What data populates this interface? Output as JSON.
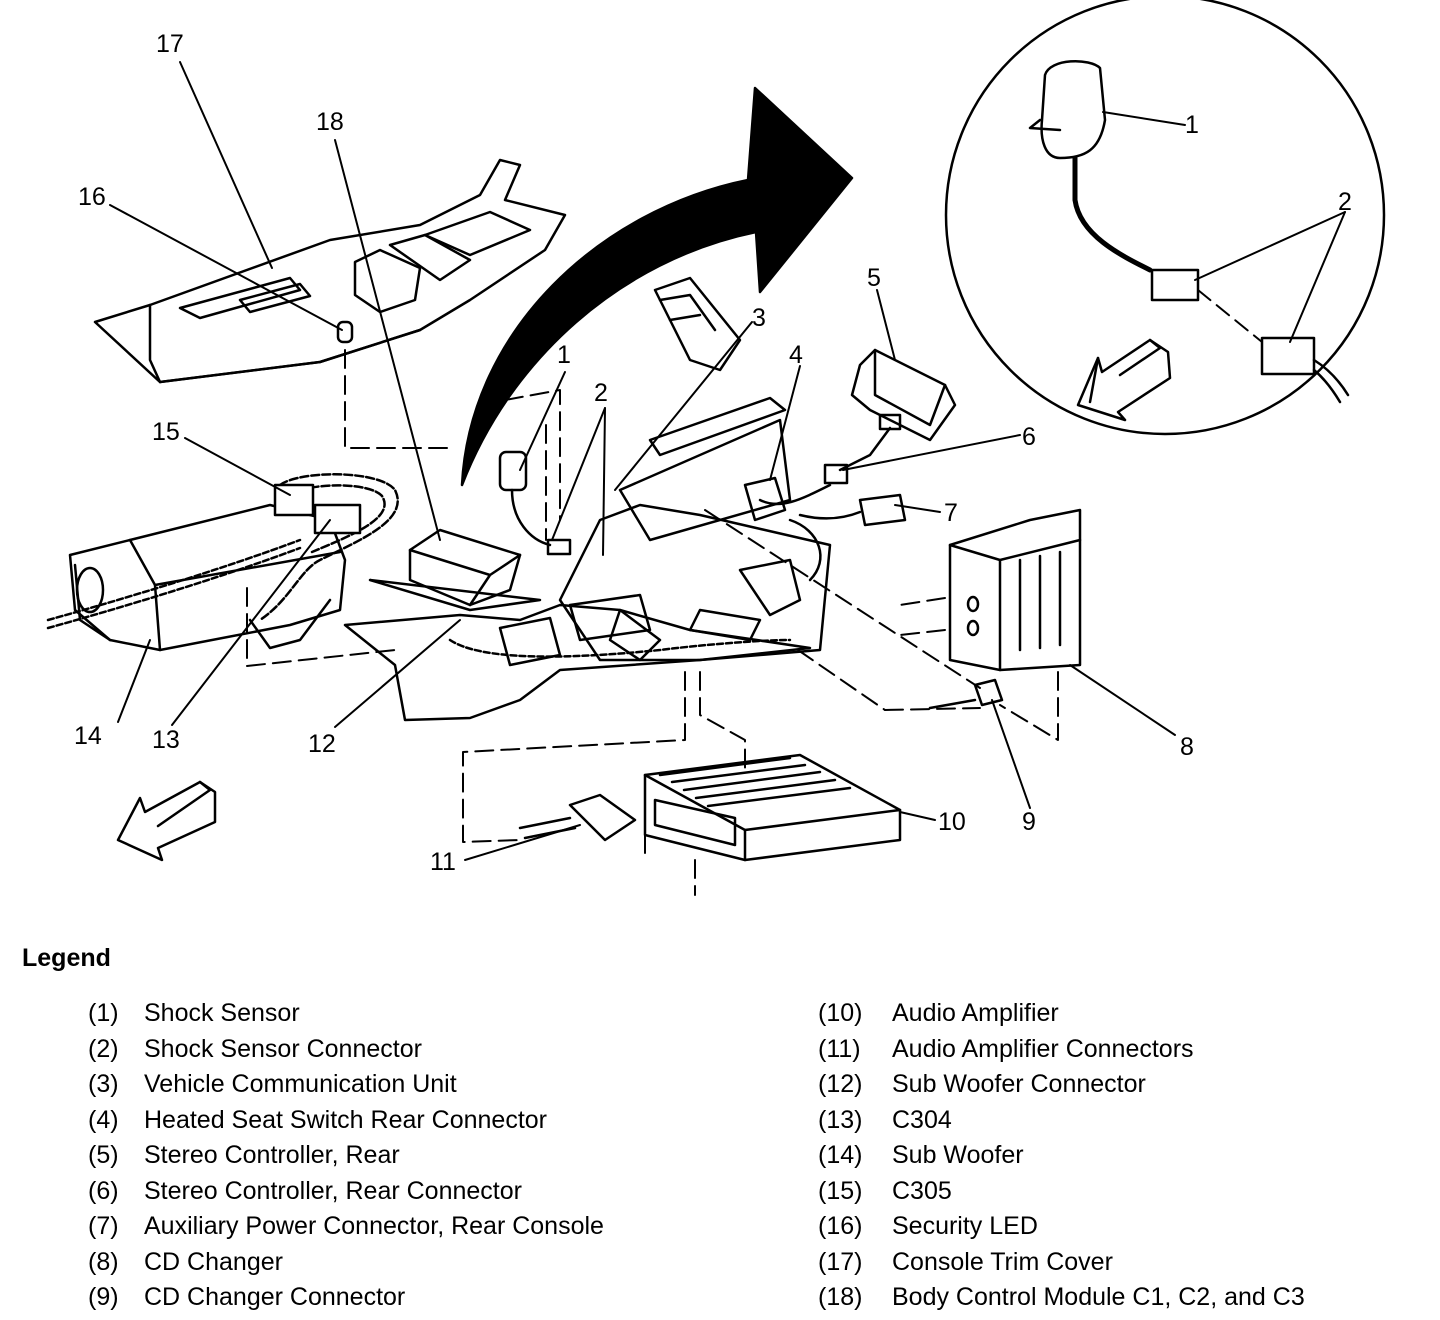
{
  "callouts": [
    "1",
    "2",
    "3",
    "4",
    "5",
    "6",
    "7",
    "8",
    "9",
    "10",
    "11",
    "12",
    "13",
    "14",
    "15",
    "16",
    "17",
    "18"
  ],
  "legend": {
    "title": "Legend",
    "left": [
      {
        "num": "(1)",
        "label": "Shock Sensor"
      },
      {
        "num": "(2)",
        "label": "Shock Sensor Connector"
      },
      {
        "num": "(3)",
        "label": "Vehicle Communication Unit"
      },
      {
        "num": "(4)",
        "label": "Heated Seat Switch Rear Connector"
      },
      {
        "num": "(5)",
        "label": "Stereo Controller, Rear"
      },
      {
        "num": "(6)",
        "label": "Stereo Controller, Rear Connector"
      },
      {
        "num": "(7)",
        "label": "Auxiliary Power Connector, Rear Console"
      },
      {
        "num": "(8)",
        "label": "CD Changer"
      },
      {
        "num": "(9)",
        "label": "CD Changer Connector"
      }
    ],
    "right": [
      {
        "num": "(10)",
        "label": "Audio Amplifier"
      },
      {
        "num": "(11)",
        "label": "Audio Amplifier Connectors"
      },
      {
        "num": "(12)",
        "label": "Sub Woofer Connector"
      },
      {
        "num": "(13)",
        "label": "C304"
      },
      {
        "num": "(14)",
        "label": "Sub Woofer"
      },
      {
        "num": "(15)",
        "label": "C305"
      },
      {
        "num": "(16)",
        "label": "Security LED"
      },
      {
        "num": "(17)",
        "label": "Console Trim Cover"
      },
      {
        "num": "(18)",
        "label": "Body Control Module C1, C2, and C3"
      }
    ]
  },
  "icons": [
    "direction-arrow-icon",
    "forward-arrow-icon"
  ]
}
